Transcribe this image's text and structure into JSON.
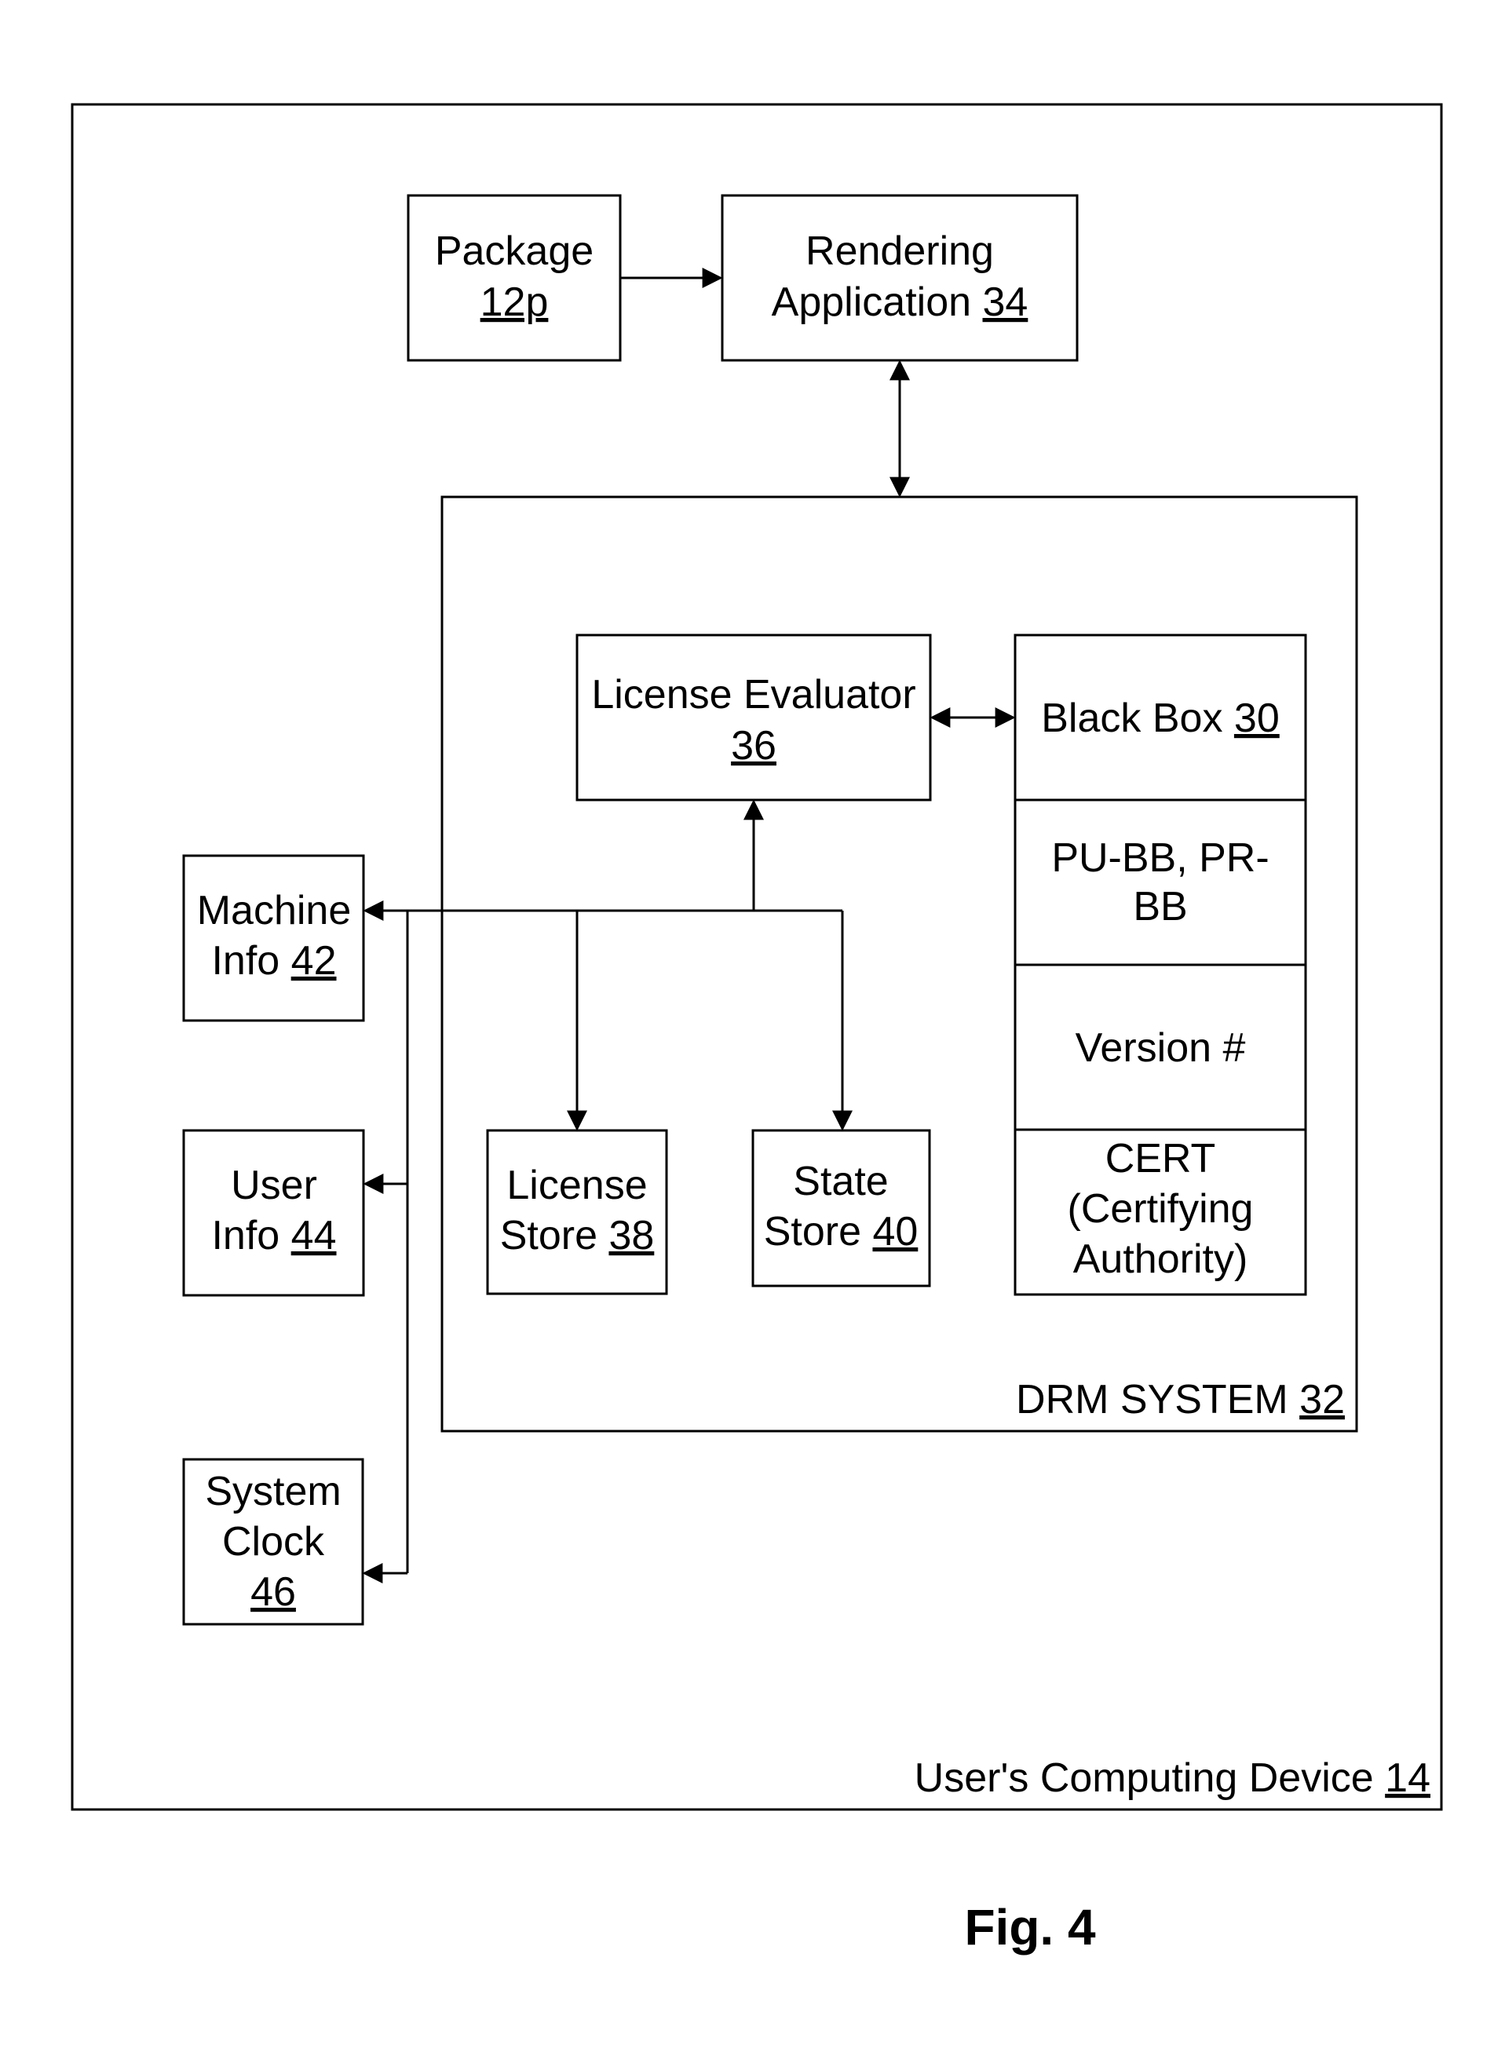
{
  "device": {
    "label": "User's Computing Device",
    "ref": "14"
  },
  "drm_system": {
    "label": "DRM SYSTEM",
    "ref": "32"
  },
  "package": {
    "line1": "Package",
    "ref": "12p"
  },
  "rendering_app": {
    "line1": "Rendering",
    "line2": "Application",
    "ref": "34"
  },
  "license_evaluator": {
    "line1": "License Evaluator",
    "ref": "36"
  },
  "black_box": {
    "label": "Black Box",
    "ref": "30"
  },
  "keys": {
    "line1": "PU-BB, PR-",
    "line2": "BB"
  },
  "version": {
    "label": "Version #"
  },
  "cert": {
    "line1": "CERT",
    "line2": "(Certifying",
    "line3": "Authority)"
  },
  "license_store": {
    "line1": "License",
    "line2": "Store",
    "ref": "38"
  },
  "state_store": {
    "line1": "State",
    "line2": "Store",
    "ref": "40"
  },
  "machine_info": {
    "line1": "Machine",
    "line2": "Info",
    "ref": "42"
  },
  "user_info": {
    "line1": "User",
    "line2": "Info",
    "ref": "44"
  },
  "system_clock": {
    "line1": "System",
    "line2": "Clock",
    "ref": "46"
  },
  "figure": {
    "label": "Fig. 4"
  }
}
